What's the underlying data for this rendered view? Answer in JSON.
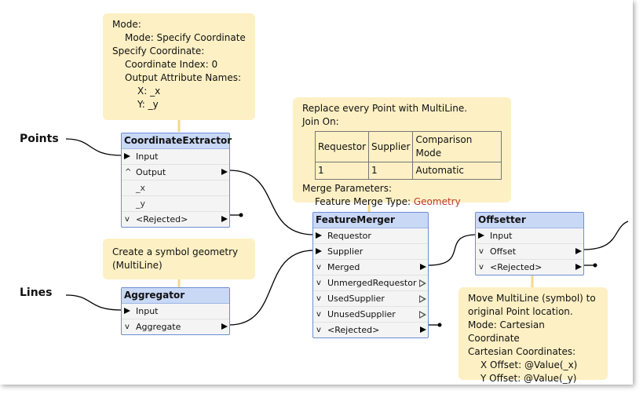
{
  "sources": [
    {
      "label": "Points"
    },
    {
      "label": "Lines"
    }
  ],
  "notes": {
    "coord": {
      "lines": [
        "Mode:",
        "Mode: Specify Coordinate",
        "Specify Coordinate:",
        "Coordinate Index: 0",
        "Output Attribute Names:",
        "X: _x",
        "Y: _y"
      ]
    },
    "merger": {
      "line1": "Replace every Point with MultiLine.",
      "line2": "Join On:",
      "table_headers": [
        "Requestor",
        "Supplier",
        "Comparison Mode"
      ],
      "table_row": [
        "1",
        "1",
        "Automatic"
      ],
      "line3": "Merge Parameters:",
      "line4_prefix": "Feature Merge Type: ",
      "line4_value": "Geometry"
    },
    "aggregator": {
      "lines": [
        "Create a symbol geometry",
        "(MultiLine)"
      ]
    },
    "offsetter": {
      "lines": [
        "Move MultiLine (symbol) to",
        "original Point location.",
        "Mode: Cartesian Coordinate",
        "Cartesian Coordinates:",
        "X Offset: @Value(_x)",
        "Y Offset: @Value(_y)"
      ]
    }
  },
  "nodes": {
    "coordinate_extractor": {
      "title": "CoordinateExtractor",
      "input": "Input",
      "output": "Output",
      "attrs": [
        "_x",
        "_y"
      ],
      "rejected": "<Rejected>"
    },
    "aggregator": {
      "title": "Aggregator",
      "input": "Input",
      "output": "Aggregate"
    },
    "feature_merger": {
      "title": "FeatureMerger",
      "inputs": [
        "Requestor",
        "Supplier"
      ],
      "outputs": [
        "Merged",
        "UnmergedRequestor",
        "UsedSupplier",
        "UnusedSupplier"
      ],
      "rejected": "<Rejected>"
    },
    "offsetter": {
      "title": "Offsetter",
      "input": "Input",
      "output": "Offset",
      "rejected": "<Rejected>"
    }
  },
  "icons": {
    "collapse": "^",
    "expand": "v"
  },
  "colors": {
    "note_bg": "#fdf0c4",
    "node_header": "#c9d8f5",
    "node_border": "#6b8ed6",
    "accent_red": "#c0392b"
  }
}
